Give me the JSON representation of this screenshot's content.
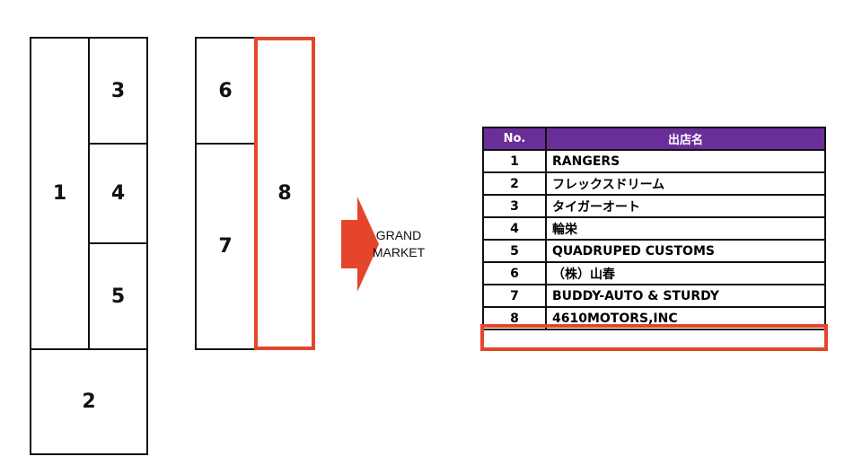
{
  "layout": {
    "lots": [
      "1",
      "2",
      "3",
      "4",
      "5",
      "6",
      "7",
      "8"
    ],
    "highlighted_lot": "8",
    "arrow_label_line1": "GRAND",
    "arrow_label_line2": "MARKET",
    "arrow_color": "#e5462b",
    "highlight_color": "#e5462b"
  },
  "table": {
    "header_no": "No.",
    "header_name": "出店名",
    "header_color": "#6a2e99",
    "rows": [
      {
        "no": "1",
        "name": "RANGERS"
      },
      {
        "no": "2",
        "name": "フレックスドリーム"
      },
      {
        "no": "3",
        "name": "タイガーオート"
      },
      {
        "no": "4",
        "name": "輪栄"
      },
      {
        "no": "5",
        "name": "QUADRUPED CUSTOMS"
      },
      {
        "no": "6",
        "name": "（株）山春"
      },
      {
        "no": "7",
        "name": "BUDDY-AUTO & STURDY"
      },
      {
        "no": "8",
        "name": "4610MOTORS,INC"
      }
    ],
    "highlighted_row": "8"
  }
}
